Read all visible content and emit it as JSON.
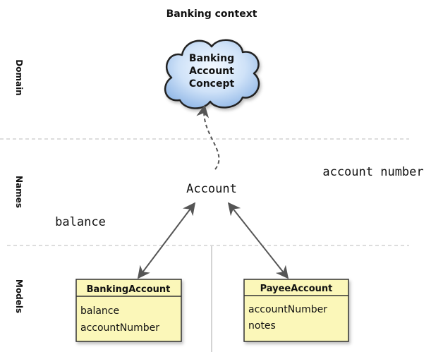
{
  "title": "Banking context",
  "lanes": {
    "domain": "Domain",
    "names": "Names",
    "models": "Models"
  },
  "domain_concept": {
    "line1": "Banking",
    "line2": "Account",
    "line3": "Concept"
  },
  "names": {
    "account": "Account",
    "account_number": "account number",
    "balance": "balance"
  },
  "classes": [
    {
      "name": "BankingAccount",
      "attributes": [
        "balance",
        "accountNumber"
      ]
    },
    {
      "name": "PayeeAccount",
      "attributes": [
        "accountNumber",
        "notes"
      ]
    }
  ],
  "colors": {
    "cloud_fill_light": "#eef6ff",
    "cloud_fill_dark": "#8fb6e6",
    "class_fill": "#fbf7b9",
    "class_border": "#333333",
    "lane_divider": "#bbbbbb",
    "arrow": "#555555"
  }
}
